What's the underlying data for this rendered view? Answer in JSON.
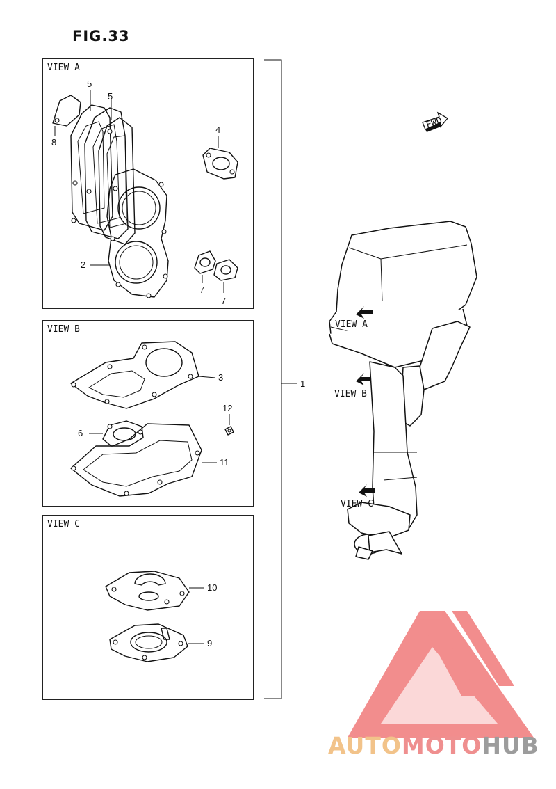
{
  "figure": {
    "title": "FIG.33"
  },
  "views": {
    "a": {
      "label": "VIEW A"
    },
    "b": {
      "label": "VIEW B"
    },
    "c": {
      "label": "VIEW C"
    }
  },
  "callouts": {
    "p1": "1",
    "p2": "2",
    "p3": "3",
    "p4": "4",
    "p5a": "5",
    "p5b": "5",
    "p6": "6",
    "p7a": "7",
    "p7b": "7",
    "p8": "8",
    "p9": "9",
    "p10": "10",
    "p11": "11",
    "p12": "12"
  },
  "engine_labels": {
    "view_a": "VIEW A",
    "view_b": "VIEW B",
    "view_c": "VIEW C",
    "fwd": "FWD"
  },
  "watermark": {
    "part1": "AUTO",
    "part2": "MOTO",
    "part3": "HUB",
    "colors": {
      "auto": "#f2c38a",
      "moto": "#ef8f8f",
      "hub": "#9c9c9c",
      "triangle": "#f07a7a"
    }
  }
}
